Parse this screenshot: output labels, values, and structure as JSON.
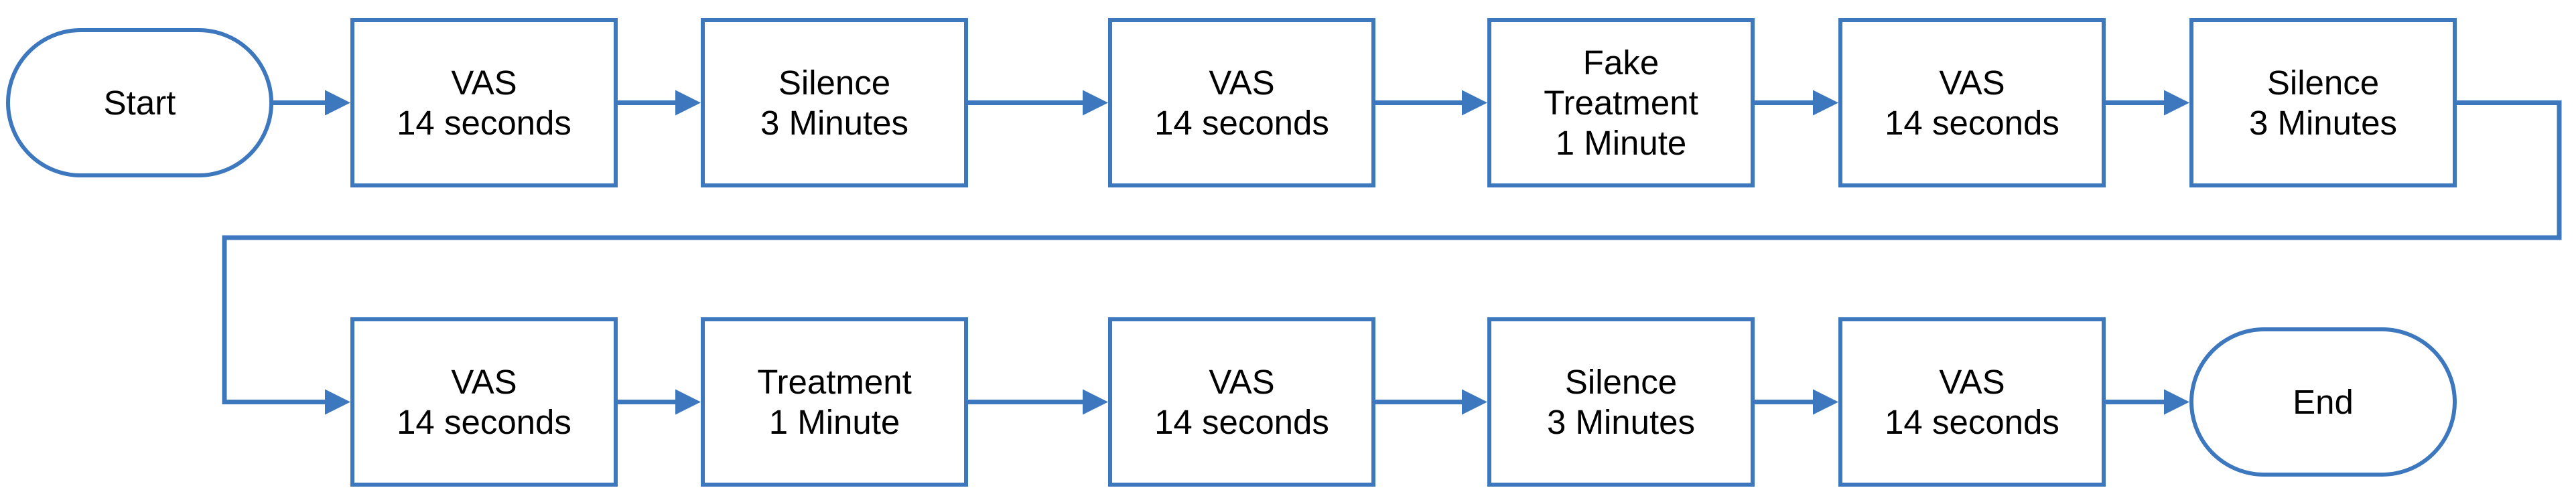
{
  "diagram": {
    "colors": {
      "stroke": "#3d77bd",
      "arrow": "#3d77bd",
      "text": "#000000",
      "background": "#ffffff"
    },
    "nodes": [
      {
        "id": "start",
        "shape": "terminal",
        "lines": [
          "Start"
        ]
      },
      {
        "id": "vas-1",
        "shape": "process",
        "lines": [
          "VAS",
          "14 seconds"
        ]
      },
      {
        "id": "silence-1",
        "shape": "process",
        "lines": [
          "Silence",
          "3 Minutes"
        ]
      },
      {
        "id": "vas-2",
        "shape": "process",
        "lines": [
          "VAS",
          "14 seconds"
        ]
      },
      {
        "id": "fake-treatment",
        "shape": "process",
        "lines": [
          "Fake",
          "Treatment",
          "1 Minute"
        ]
      },
      {
        "id": "vas-3",
        "shape": "process",
        "lines": [
          "VAS",
          "14 seconds"
        ]
      },
      {
        "id": "silence-2",
        "shape": "process",
        "lines": [
          "Silence",
          "3 Minutes"
        ]
      },
      {
        "id": "vas-4",
        "shape": "process",
        "lines": [
          "VAS",
          "14 seconds"
        ]
      },
      {
        "id": "treatment",
        "shape": "process",
        "lines": [
          "Treatment",
          "1 Minute"
        ]
      },
      {
        "id": "vas-5",
        "shape": "process",
        "lines": [
          "VAS",
          "14 seconds"
        ]
      },
      {
        "id": "silence-3",
        "shape": "process",
        "lines": [
          "Silence",
          "3 Minutes"
        ]
      },
      {
        "id": "vas-6",
        "shape": "process",
        "lines": [
          "VAS",
          "14 seconds"
        ]
      },
      {
        "id": "end",
        "shape": "terminal",
        "lines": [
          "End"
        ]
      }
    ],
    "edges": [
      {
        "from": "start",
        "to": "vas-1"
      },
      {
        "from": "vas-1",
        "to": "silence-1"
      },
      {
        "from": "silence-1",
        "to": "vas-2"
      },
      {
        "from": "vas-2",
        "to": "fake-treatment"
      },
      {
        "from": "fake-treatment",
        "to": "vas-3"
      },
      {
        "from": "vas-3",
        "to": "silence-2"
      },
      {
        "from": "silence-2",
        "to": "vas-4"
      },
      {
        "from": "vas-4",
        "to": "treatment"
      },
      {
        "from": "treatment",
        "to": "vas-5"
      },
      {
        "from": "vas-5",
        "to": "silence-3"
      },
      {
        "from": "silence-3",
        "to": "vas-6"
      },
      {
        "from": "vas-6",
        "to": "end"
      }
    ]
  }
}
